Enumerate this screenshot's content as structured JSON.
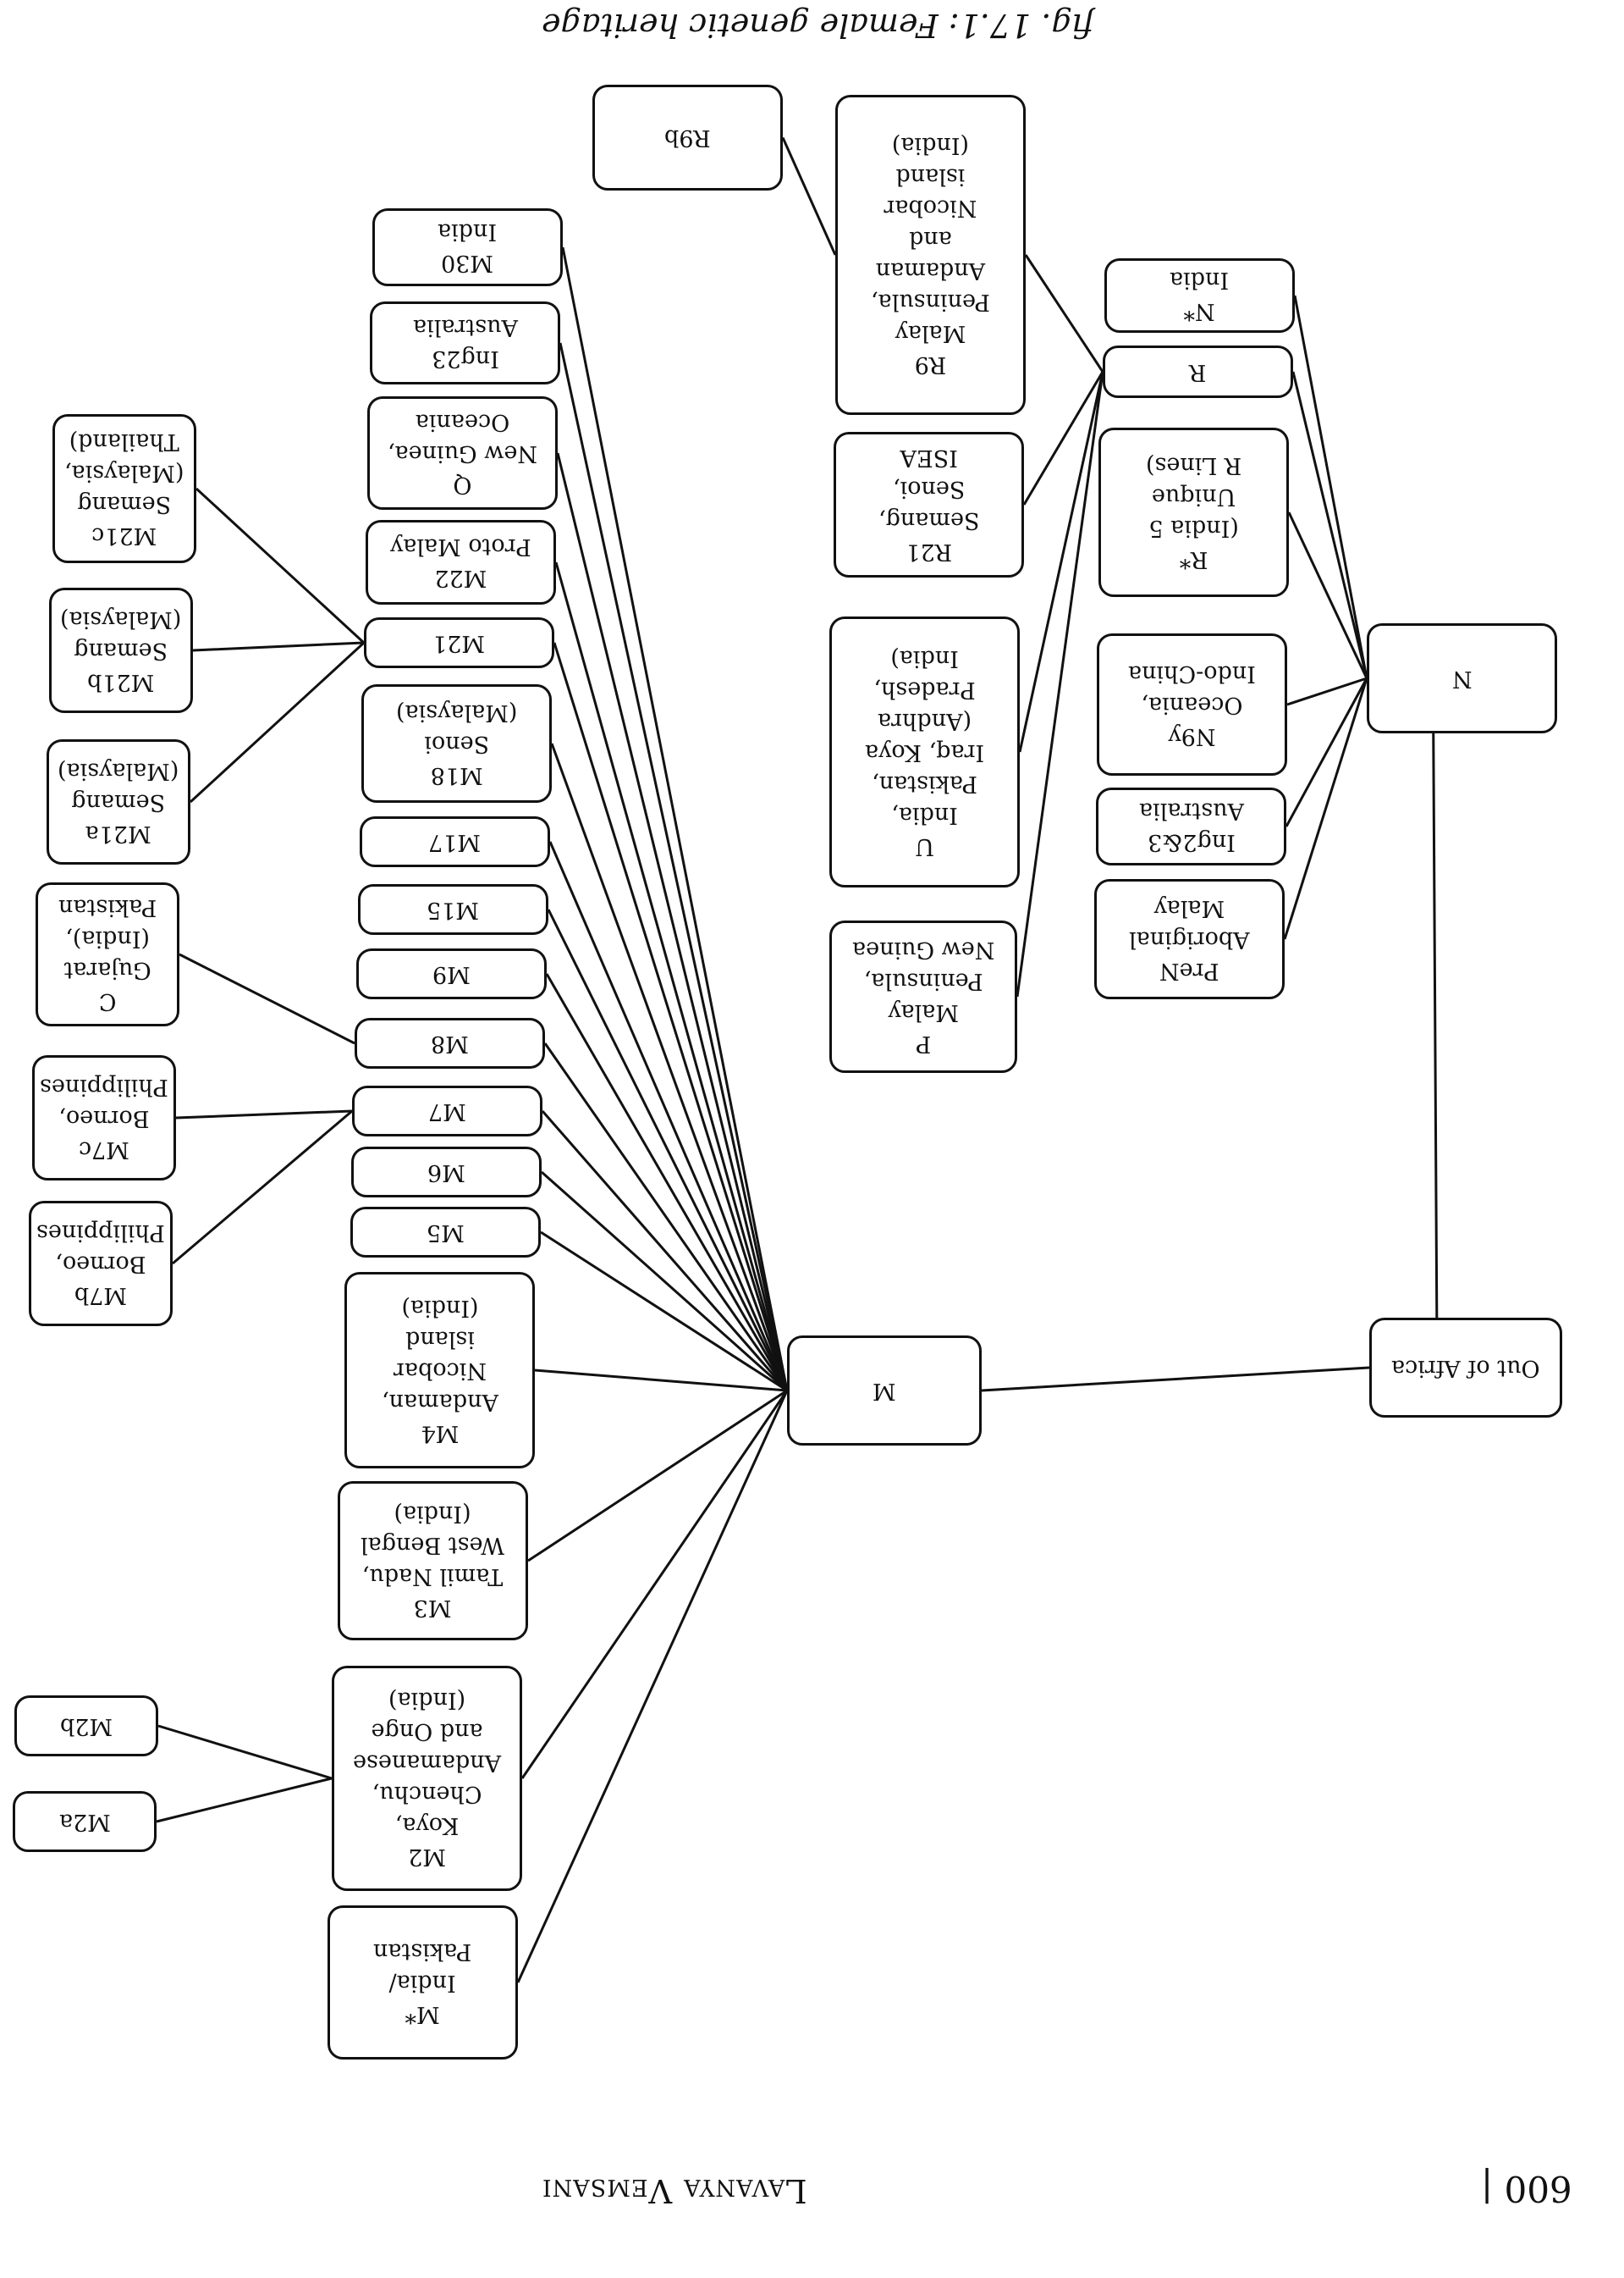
{
  "caption": "fig. 17.1: Female genetic heritage",
  "footer": {
    "author": "Lavanya Vemsani",
    "page_number": "600 |"
  },
  "nodes": {
    "out_of_africa": "Out of Africa",
    "M": "M",
    "N": "N",
    "M_star": "M*\nIndia/\nPakistan",
    "M2": "M2\nKoya,\nChenchu,\nAndamanese\nand Onge\n(India)",
    "M2a": "M2a",
    "M2b": "M2b",
    "M3": "M3\nTamil Nadu,\nWest Bengal\n(India)",
    "M4": "M4\nAndaman,\nNicobar\nisland\n(India)",
    "M5": "M5",
    "M6": "M6",
    "M7": "M7",
    "M7b": "M7b\nBorneo,\nPhilippines",
    "M7c": "M7c\nBorneo,\nPhilippines",
    "M8": "M8",
    "C": "C\nGujarat\n(India),\nPakistan",
    "M9": "M9",
    "M15": "M15",
    "M17": "M17",
    "M18": "M18\nSenoi\n(Malaysia)",
    "M21": "M21",
    "M21a": "M21a\nSemang\n(Malaysia)",
    "M21b": "M21b\nSemang\n(Malaysia)",
    "M21c": "M21c\nSemang\n(Malaysia,\nThailand)",
    "M22": "M22\nProto Malay",
    "Q": "Q\nNew Guinea,\nOceania",
    "Ing23": "Ing23\nAustralia",
    "M30": "M30\nIndia",
    "PreN": "PreN\nAboriginal\nMalay",
    "Ing2_3": "Ing2&3\nAustralia",
    "N9y": "N9y\nOceania,\nIndo-China",
    "R_star": "R*\n(India 5\nUnique\nR Lines)",
    "R": "R",
    "N_star": "N*\nIndia",
    "P": "P\nMalay\nPeninsula,\nNew Guinea",
    "U": "U\nIndia,\nPakistan,\nIraq, Koya\n(Andhra\nPradesh,\nIndia)",
    "R21": "R21\nSemang,\nSenoi,\nISEA",
    "R9": "R9\nMalay\nPeninsula,\nAndaman\nand\nNicobar\nisland\n(India)",
    "R9b": "R9b"
  },
  "edges": [
    [
      "out_of_africa",
      "M"
    ],
    [
      "out_of_africa",
      "N"
    ],
    [
      "M",
      "M_star"
    ],
    [
      "M",
      "M2"
    ],
    [
      "M",
      "M3"
    ],
    [
      "M",
      "M4"
    ],
    [
      "M",
      "M5"
    ],
    [
      "M",
      "M6"
    ],
    [
      "M",
      "M7"
    ],
    [
      "M",
      "M8"
    ],
    [
      "M",
      "M9"
    ],
    [
      "M",
      "M15"
    ],
    [
      "M",
      "M17"
    ],
    [
      "M",
      "M18"
    ],
    [
      "M",
      "M21"
    ],
    [
      "M",
      "M22"
    ],
    [
      "M",
      "Q"
    ],
    [
      "M",
      "Ing23"
    ],
    [
      "M",
      "M30"
    ],
    [
      "M2",
      "M2a"
    ],
    [
      "M2",
      "M2b"
    ],
    [
      "M7",
      "M7b"
    ],
    [
      "M7",
      "M7c"
    ],
    [
      "M8",
      "C"
    ],
    [
      "M21",
      "M21a"
    ],
    [
      "M21",
      "M21b"
    ],
    [
      "M21",
      "M21c"
    ],
    [
      "N",
      "PreN"
    ],
    [
      "N",
      "Ing2_3"
    ],
    [
      "N",
      "N9y"
    ],
    [
      "N",
      "R_star"
    ],
    [
      "N",
      "R"
    ],
    [
      "N",
      "N_star"
    ],
    [
      "R",
      "P"
    ],
    [
      "R",
      "U"
    ],
    [
      "R",
      "R21"
    ],
    [
      "R",
      "R9"
    ],
    [
      "R9",
      "R9b"
    ]
  ]
}
